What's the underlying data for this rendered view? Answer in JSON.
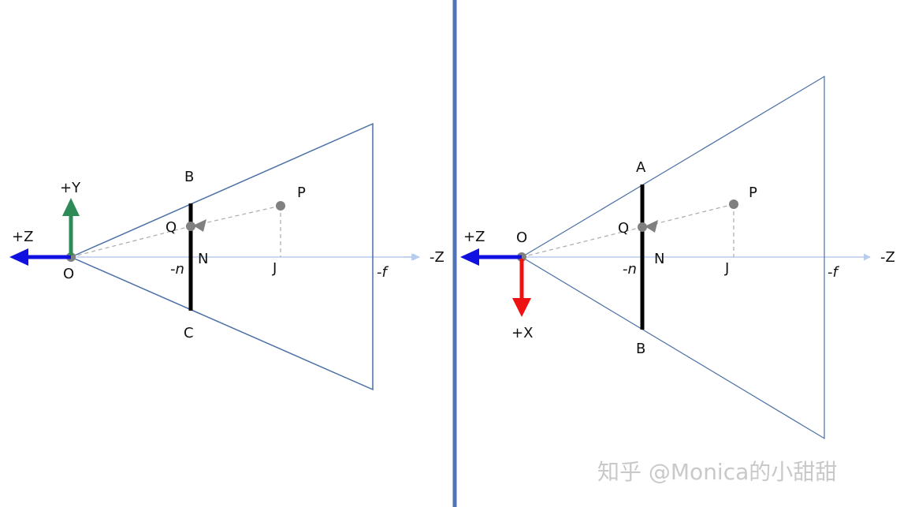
{
  "left_panel": {
    "axis_pos_y": "+Y",
    "axis_pos_z": "+Z",
    "axis_neg_z": "-Z",
    "origin": "O",
    "point_b": "B",
    "point_c": "C",
    "point_q": "Q",
    "point_n": "N",
    "point_p": "P",
    "point_j": "J",
    "near_plane": "-n",
    "far_plane": "-f"
  },
  "right_panel": {
    "axis_pos_z": "+Z",
    "axis_pos_x": "+X",
    "axis_neg_z": "-Z",
    "origin": "O",
    "point_a": "A",
    "point_b": "B",
    "point_q": "Q",
    "point_n": "N",
    "point_p": "P",
    "point_j": "J",
    "near_plane": "-n",
    "far_plane": "-f"
  },
  "watermark": "知乎 @Monica的小甜甜",
  "colors": {
    "divider": "#4f74b8",
    "frustum": "#4a6fa5",
    "axis_z": "#1010e0",
    "axis_y": "#2e8b57",
    "axis_x": "#ee1111",
    "view_axis": "#b8ccee",
    "point": "#808080"
  }
}
